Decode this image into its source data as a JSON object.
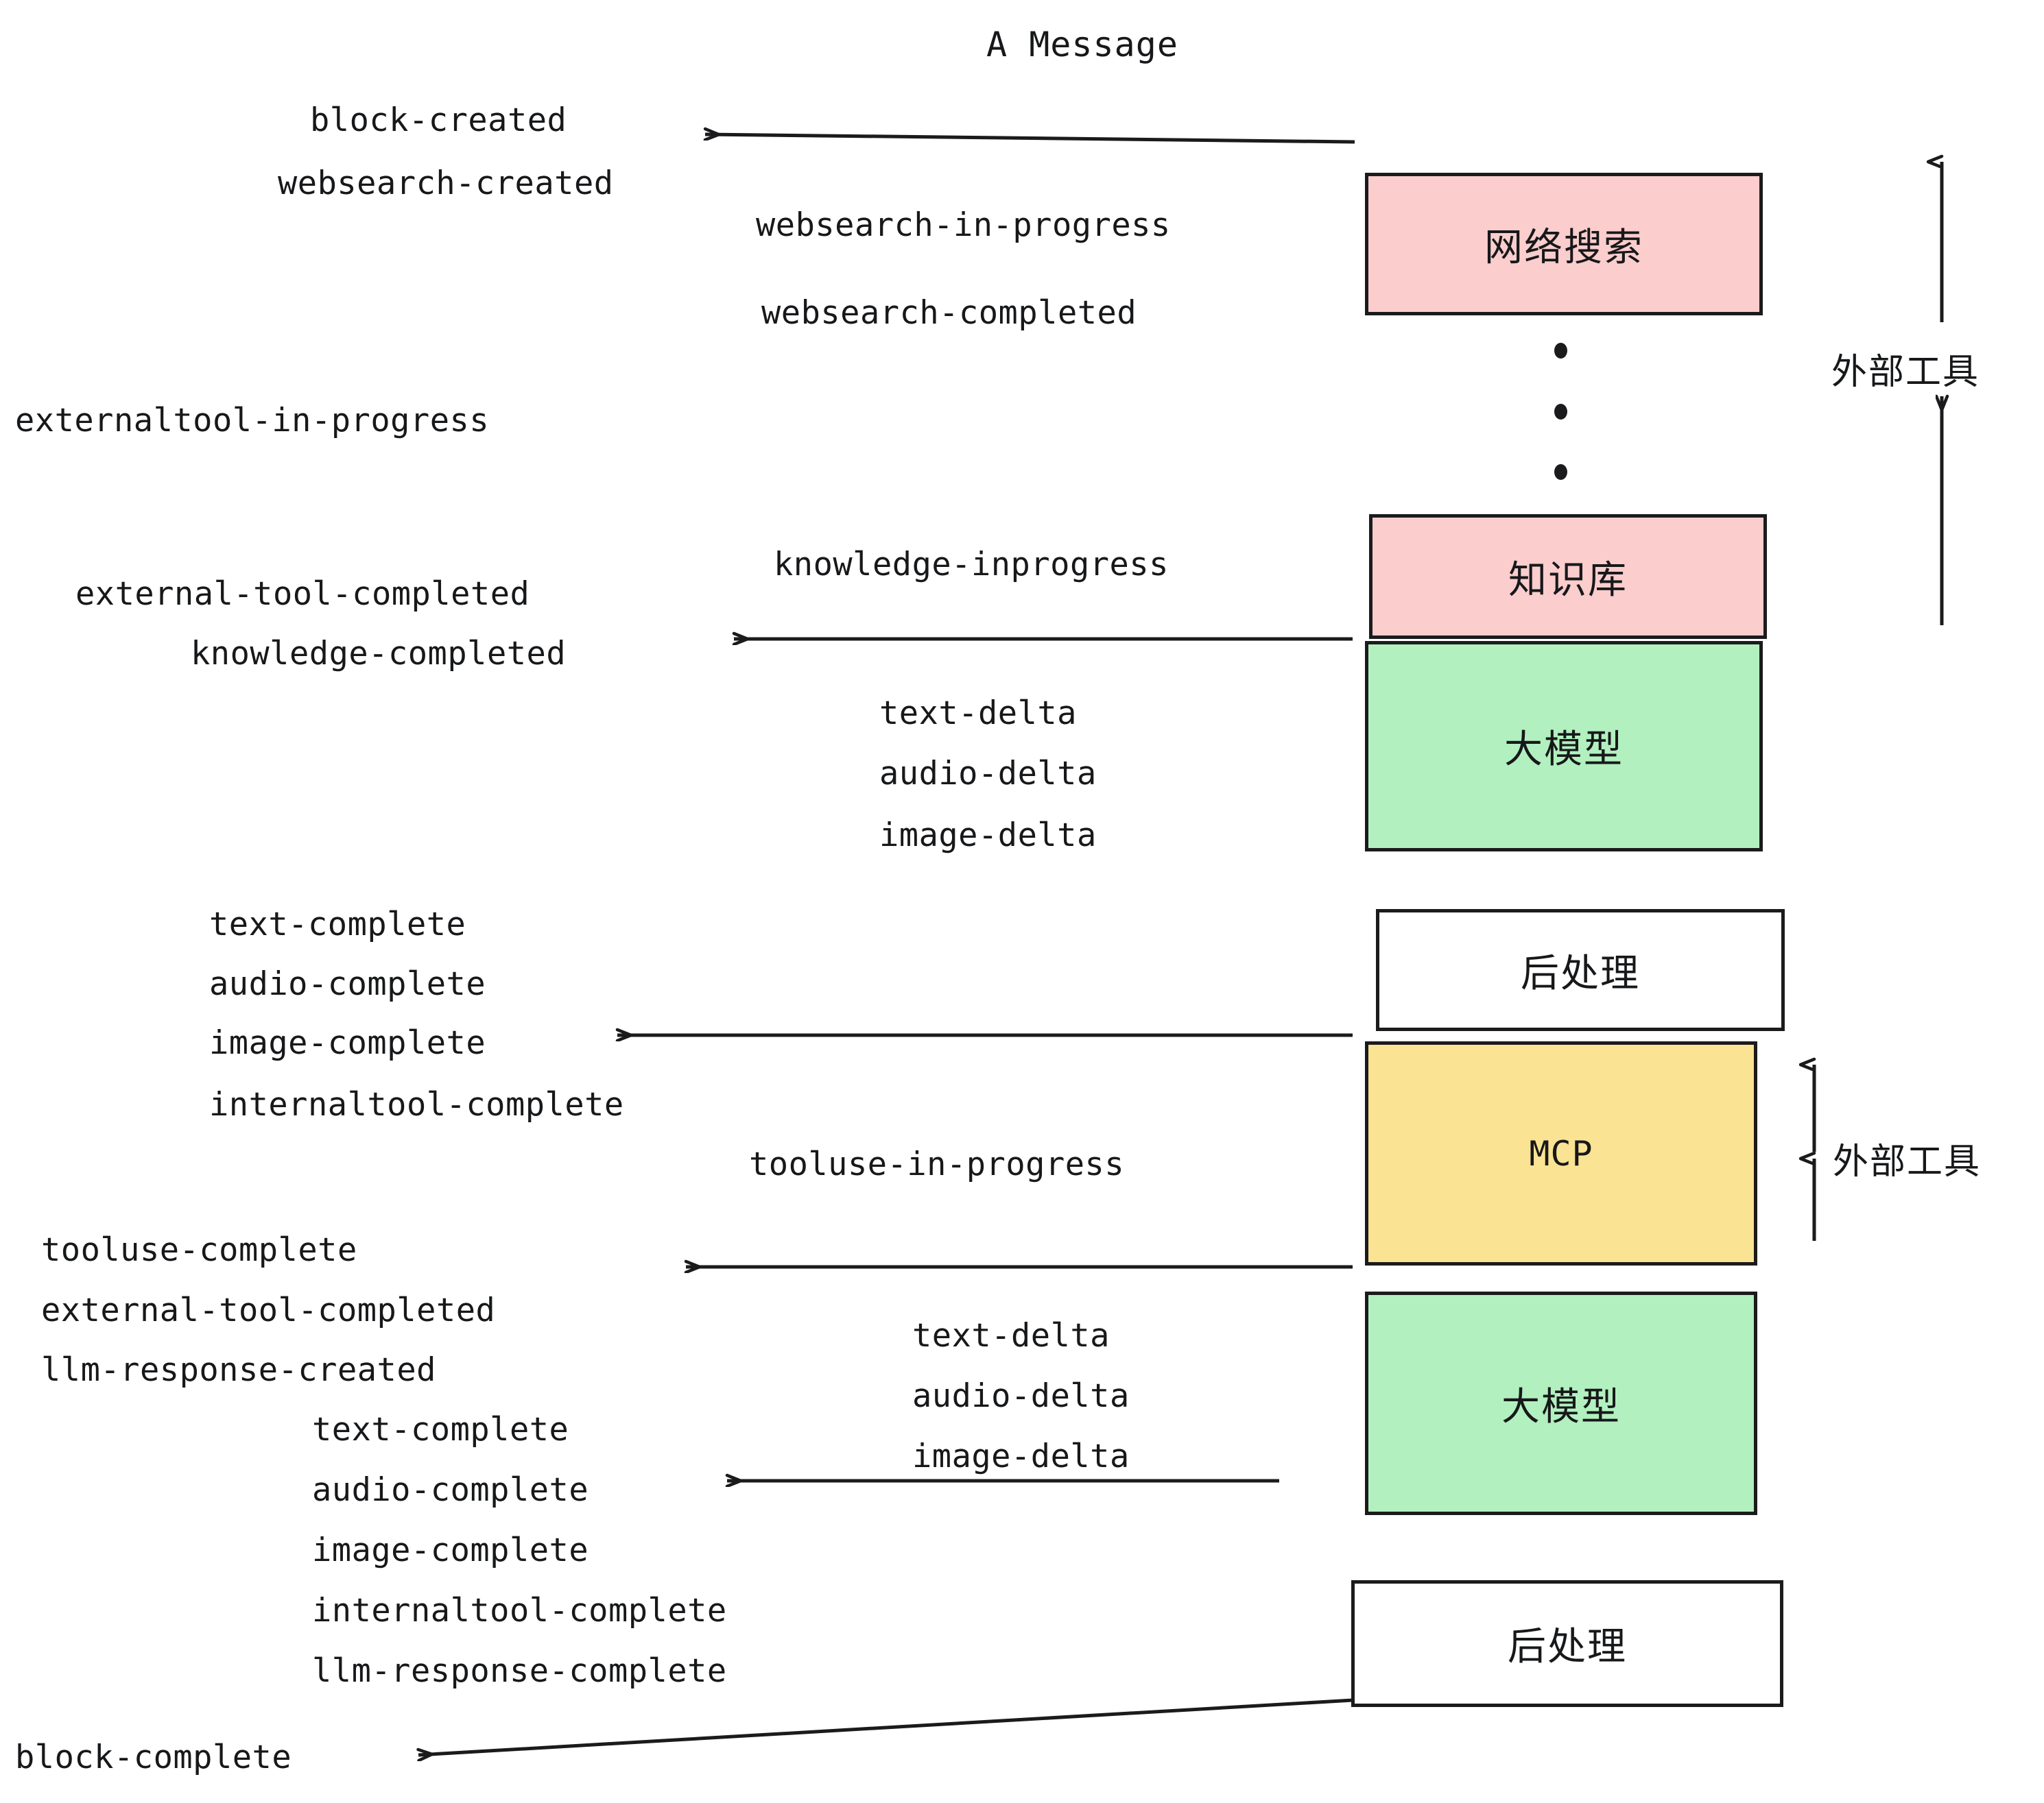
{
  "title": "A Message",
  "colors": {
    "pink": "#fbcdcd",
    "green": "#b2f0bf",
    "yellow": "#fae392",
    "white": "#ffffff",
    "stroke": "#1b1b1d",
    "text": "#17181a"
  },
  "components": [
    {
      "id": "websearch",
      "label": "网络搜索",
      "fill": "pink"
    },
    {
      "id": "knowledgebase",
      "label": "知识库",
      "fill": "pink"
    },
    {
      "id": "llm-top",
      "label": "大模型",
      "fill": "green"
    },
    {
      "id": "postprocess-top",
      "label": "后处理",
      "fill": "white"
    },
    {
      "id": "mcp",
      "label": "MCP",
      "fill": "yellow"
    },
    {
      "id": "llm-bottom",
      "label": "大模型",
      "fill": "green"
    },
    {
      "id": "postprocess-bottom",
      "label": "后处理",
      "fill": "white"
    }
  ],
  "group_labels": [
    {
      "id": "external-tools-top",
      "label": "外部工具"
    },
    {
      "id": "external-tools-bottom",
      "label": "外部工具"
    }
  ],
  "events": [
    {
      "id": "e01",
      "text": "block-created"
    },
    {
      "id": "e02",
      "text": "websearch-created"
    },
    {
      "id": "e03",
      "text": "websearch-in-progress"
    },
    {
      "id": "e04",
      "text": "websearch-completed"
    },
    {
      "id": "e05",
      "text": "externaltool-in-progress"
    },
    {
      "id": "e06",
      "text": "knowledge-inprogress"
    },
    {
      "id": "e07",
      "text": "external-tool-completed"
    },
    {
      "id": "e08",
      "text": "knowledge-completed"
    },
    {
      "id": "e09",
      "text": "text-delta"
    },
    {
      "id": "e10",
      "text": "audio-delta"
    },
    {
      "id": "e11",
      "text": "image-delta"
    },
    {
      "id": "e12",
      "text": "text-complete"
    },
    {
      "id": "e13",
      "text": "audio-complete"
    },
    {
      "id": "e14",
      "text": "image-complete"
    },
    {
      "id": "e15",
      "text": "internaltool-complete"
    },
    {
      "id": "e16",
      "text": "tooluse-in-progress"
    },
    {
      "id": "e17",
      "text": "tooluse-complete"
    },
    {
      "id": "e18",
      "text": "external-tool-completed"
    },
    {
      "id": "e19",
      "text": "llm-response-created"
    },
    {
      "id": "e20",
      "text": "text-complete"
    },
    {
      "id": "e21",
      "text": "audio-complete"
    },
    {
      "id": "e22",
      "text": "image-complete"
    },
    {
      "id": "e23",
      "text": "internaltool-complete"
    },
    {
      "id": "e24",
      "text": "llm-response-complete"
    },
    {
      "id": "e25",
      "text": "text-delta"
    },
    {
      "id": "e26",
      "text": "audio-delta"
    },
    {
      "id": "e27",
      "text": "image-delta"
    },
    {
      "id": "e28",
      "text": "block-complete"
    }
  ]
}
